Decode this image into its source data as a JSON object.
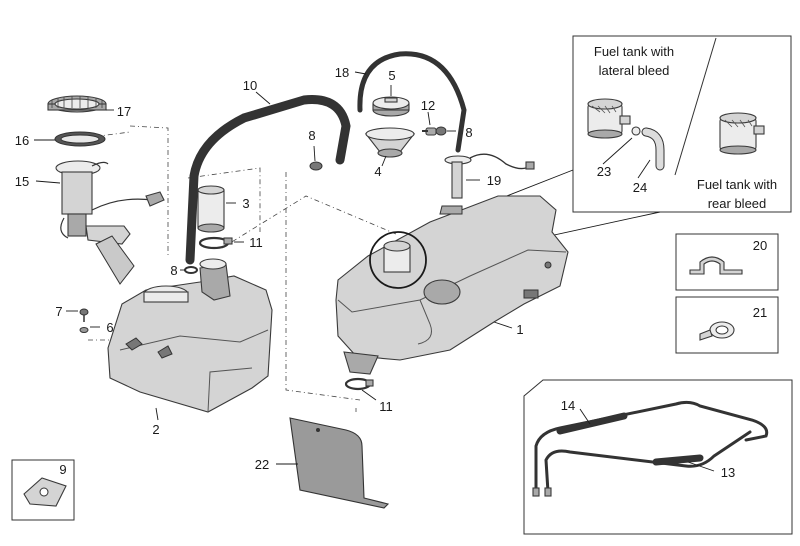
{
  "callouts": {
    "c1": "1",
    "c2": "2",
    "c3": "3",
    "c4": "4",
    "c5": "5",
    "c6": "6",
    "c7": "7",
    "c8a": "8",
    "c8b": "8",
    "c8c": "8",
    "c9": "9",
    "c10": "10",
    "c11a": "11",
    "c11b": "11",
    "c12": "12",
    "c13": "13",
    "c14": "14",
    "c15": "15",
    "c16": "16",
    "c17": "17",
    "c18": "18",
    "c19": "19",
    "c20": "20",
    "c21": "21",
    "c22": "22",
    "c23": "23",
    "c24": "24"
  },
  "inset_bleed": {
    "lateral_line1": "Fuel tank with",
    "lateral_line2": "lateral bleed",
    "rear_line1": "Fuel tank with",
    "rear_line2": "rear bleed"
  }
}
